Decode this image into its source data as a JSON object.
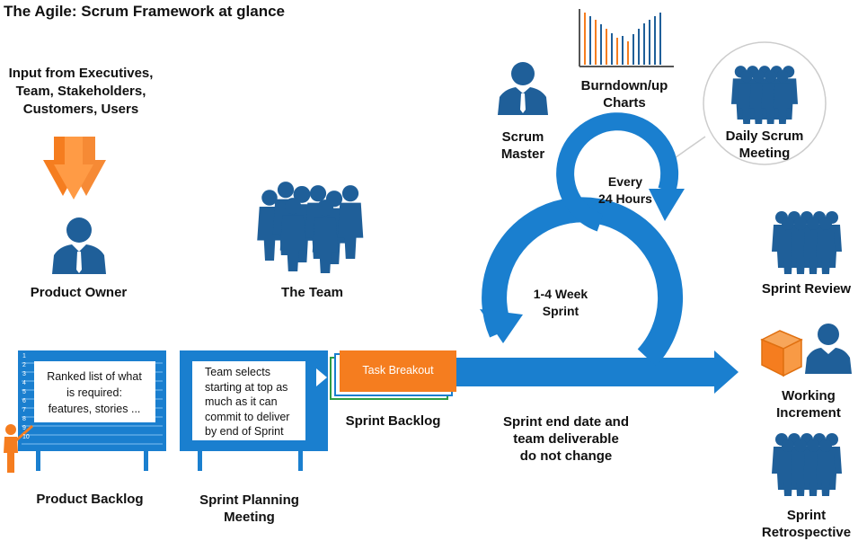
{
  "title": "The Agile: Scrum Framework at glance",
  "input": {
    "line1": "Input from Executives,",
    "line2": "Team, Stakeholders,",
    "line3": "Customers, Users"
  },
  "product_owner": "Product Owner",
  "the_team": "The Team",
  "scrum_master": {
    "line1": "Scrum",
    "line2": "Master"
  },
  "burndown": {
    "line1": "Burndown/up",
    "line2": "Charts"
  },
  "daily_scrum": {
    "line1": "Daily Scrum",
    "line2": "Meeting"
  },
  "every_24": {
    "line1": "Every",
    "line2": "24 Hours"
  },
  "sprint_length": {
    "line1": "1-4 Week",
    "line2": "Sprint"
  },
  "sprint_review": "Sprint Review",
  "working_increment": {
    "line1": "Working",
    "line2": "Increment"
  },
  "sprint_retro": {
    "line1": "Sprint",
    "line2": "Retrospective"
  },
  "product_backlog_note": {
    "line1": "Ranked list of what",
    "line2": "is required:",
    "line3": "features, stories ..."
  },
  "product_backlog": "Product Backlog",
  "sprint_planning_note": {
    "line1": "Team selects",
    "line2": "starting at top as",
    "line3": "much as it can",
    "line4": "commit to deliver",
    "line5": "by end of Sprint"
  },
  "sprint_planning": {
    "line1": "Sprint Planning",
    "line2": "Meeting"
  },
  "task_breakout": "Task Breakout",
  "sprint_backlog": "Sprint Backlog",
  "sprint_end": {
    "line1": "Sprint end date and",
    "line2": "team deliverable",
    "line3": "do not change"
  },
  "backlog_rows": [
    "1",
    "2",
    "3",
    "4",
    "5",
    "6",
    "7",
    "8",
    "9",
    "10"
  ],
  "colors": {
    "blue": "#1a7fcf",
    "dark_blue": "#1f5f99",
    "orange": "#f57d1f",
    "green": "#2e9e44"
  }
}
